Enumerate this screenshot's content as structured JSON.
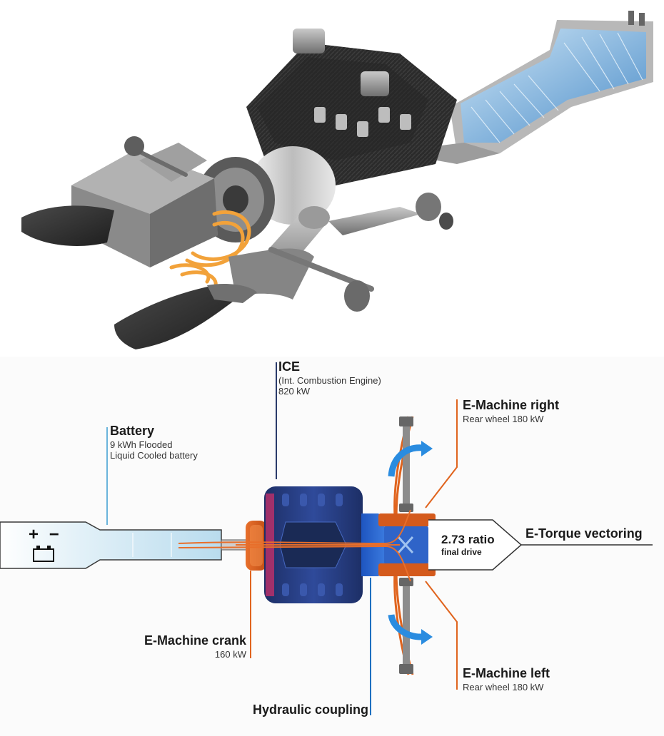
{
  "labels": {
    "ice": {
      "title": "ICE",
      "line1": "(Int. Combustion Engine)",
      "line2": "820 kW"
    },
    "battery": {
      "title": "Battery",
      "line1": "9 kWh Flooded",
      "line2": "Liquid Cooled battery"
    },
    "emachine_right": {
      "title": "E-Machine right",
      "line1": "Rear wheel 180 kW"
    },
    "emachine_left": {
      "title": "E-Machine left",
      "line1": "Rear wheel 180 kW"
    },
    "emachine_crank": {
      "title": "E-Machine crank",
      "line1": "160 kW"
    },
    "hydraulic_coupling": {
      "title": "Hydraulic coupling"
    },
    "ratio": {
      "value": "2.73 ratio",
      "caption": "final drive"
    },
    "torque_vectoring": {
      "title": "E-Torque vectoring"
    },
    "battery_symbol": {
      "plus": "+",
      "minus": "−"
    }
  },
  "colors": {
    "orange_accent": "#e0641e",
    "blue_accent": "#1e70c0",
    "light_blue_line": "#6ab4dc",
    "battery_fill": "#d4eaf4",
    "engine_blue": "#223a7a"
  },
  "icons": [
    "battery-icon",
    "rotation-arrow-icon"
  ]
}
